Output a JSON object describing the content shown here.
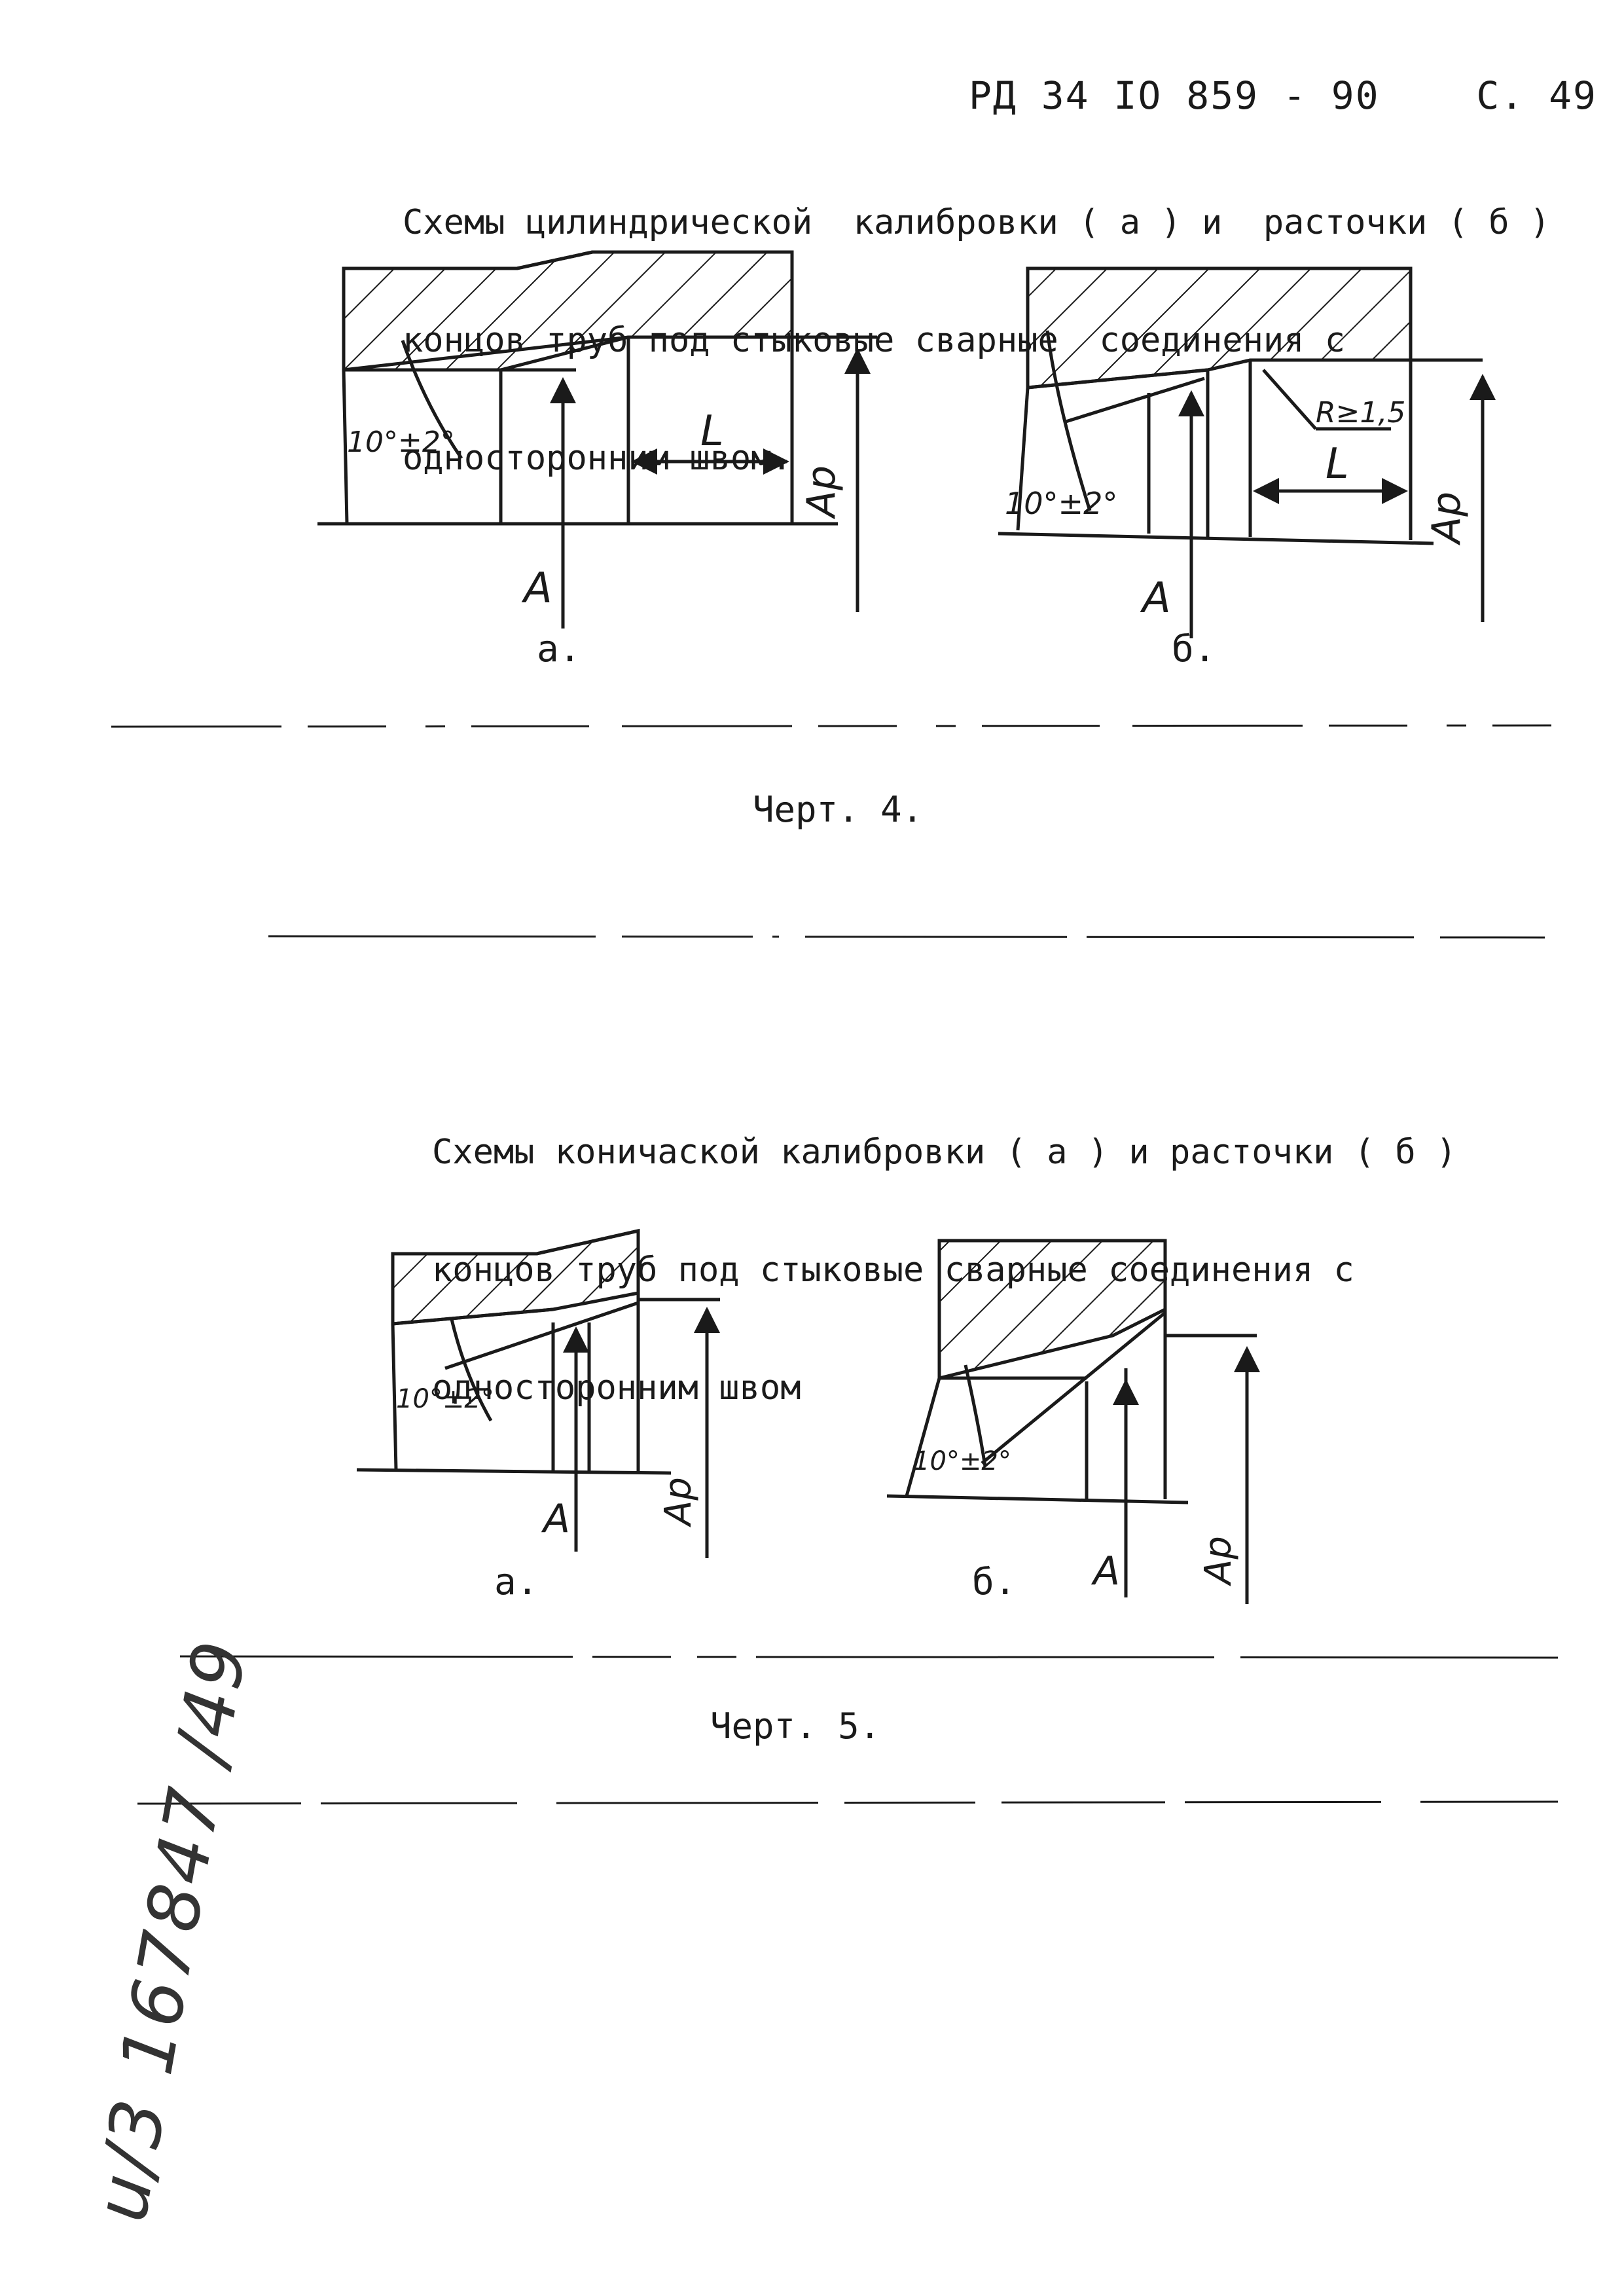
{
  "header": {
    "doc_number": "РД 34 IО 859 - 90",
    "page": "С. 49"
  },
  "figure4": {
    "caption_lines": [
      "Схемы цилиндрической  калибровки ( а ) и  расточки ( б )",
      "концов труб под стыковые сварные  соединения с",
      "односторонним швом."
    ],
    "a": {
      "angle": "10°±2°",
      "dim_L": "L",
      "dim_A": "A",
      "dim_Ap": "Aр",
      "sub": "а."
    },
    "b": {
      "angle": "10°±2°",
      "dim_L": "L",
      "dim_A": "A",
      "dim_Ap": "Aр",
      "radius": "R≥1,5",
      "sub": "б."
    },
    "title": "Черт. 4."
  },
  "figure5": {
    "caption_lines": [
      "Схемы коничаской калибровки ( а ) и расточки ( б )",
      "концов труб под стыковые сварные соединения с",
      "односторонним швом"
    ],
    "a": {
      "angle": "10°±2°",
      "dim_A": "A",
      "dim_Ap": "Aр",
      "sub": "а."
    },
    "b": {
      "angle": "10°±2°",
      "dim_A": "A",
      "dim_Ap": "Aр",
      "sub": "б."
    },
    "title": "Черт. 5."
  },
  "handwritten_note": "u/3 167847 /49"
}
